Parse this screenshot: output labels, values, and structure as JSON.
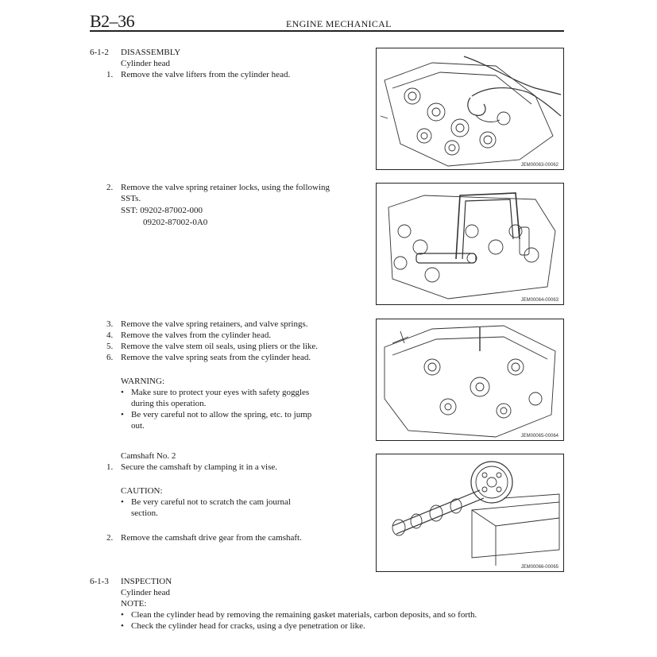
{
  "header": {
    "page_number": "B2–36",
    "title": "ENGINE MECHANICAL"
  },
  "disassembly": {
    "section_number": "6-1-2",
    "section_title": "DISASSEMBLY",
    "subject": "Cylinder head",
    "step1_num": "1.",
    "step1": "Remove the valve lifters from the cylinder head.",
    "step2_num": "2.",
    "step2_line1": "Remove the valve spring retainer locks, using the following",
    "step2_line2": "SSTs.",
    "sst_line1": "SST: 09202-87002-000",
    "sst_line2": "09202-87002-0A0",
    "step3_num": "3.",
    "step3": "Remove the valve spring retainers, and valve springs.",
    "step4_num": "4.",
    "step4": "Remove the valves from the cylinder head.",
    "step5_num": "5.",
    "step5": "Remove the valve stem oil seals, using pliers or the like.",
    "step6_num": "6.",
    "step6": "Remove the valve spring seats from the cylinder head.",
    "warning_title": "WARNING:",
    "warning1_line1": "Make sure to protect your eyes with safety goggles",
    "warning1_line2": "during this operation.",
    "warning2_line1": "Be very careful not to allow the spring, etc. to jump",
    "warning2_line2": "out."
  },
  "camshaft": {
    "subject": "Camshaft No. 2",
    "step1_num": "1.",
    "step1": "Secure the camshaft by clamping it in a vise.",
    "caution_title": "CAUTION:",
    "caution1_line1": "Be  very  careful  not  to  scratch  the  cam  journal",
    "caution1_line2": "section.",
    "step2_num": "2.",
    "step2": "Remove the camshaft drive gear from the camshaft."
  },
  "inspection": {
    "section_number": "6-1-3",
    "section_title": "INSPECTION",
    "subject": "Cylinder head",
    "note_title": "NOTE:",
    "note1": "Clean the cylinder head by removing the remaining gasket materials, carbon deposits, and so forth.",
    "note2": "Check the cylinder head for cracks, using a dye penetration or like."
  },
  "bullet": "•",
  "figures": [
    {
      "caption": "JEM00063-00062"
    },
    {
      "caption": "JEM00064-00063"
    },
    {
      "caption": "JEM00065-00064"
    },
    {
      "caption": "JEM00066-00065"
    }
  ]
}
